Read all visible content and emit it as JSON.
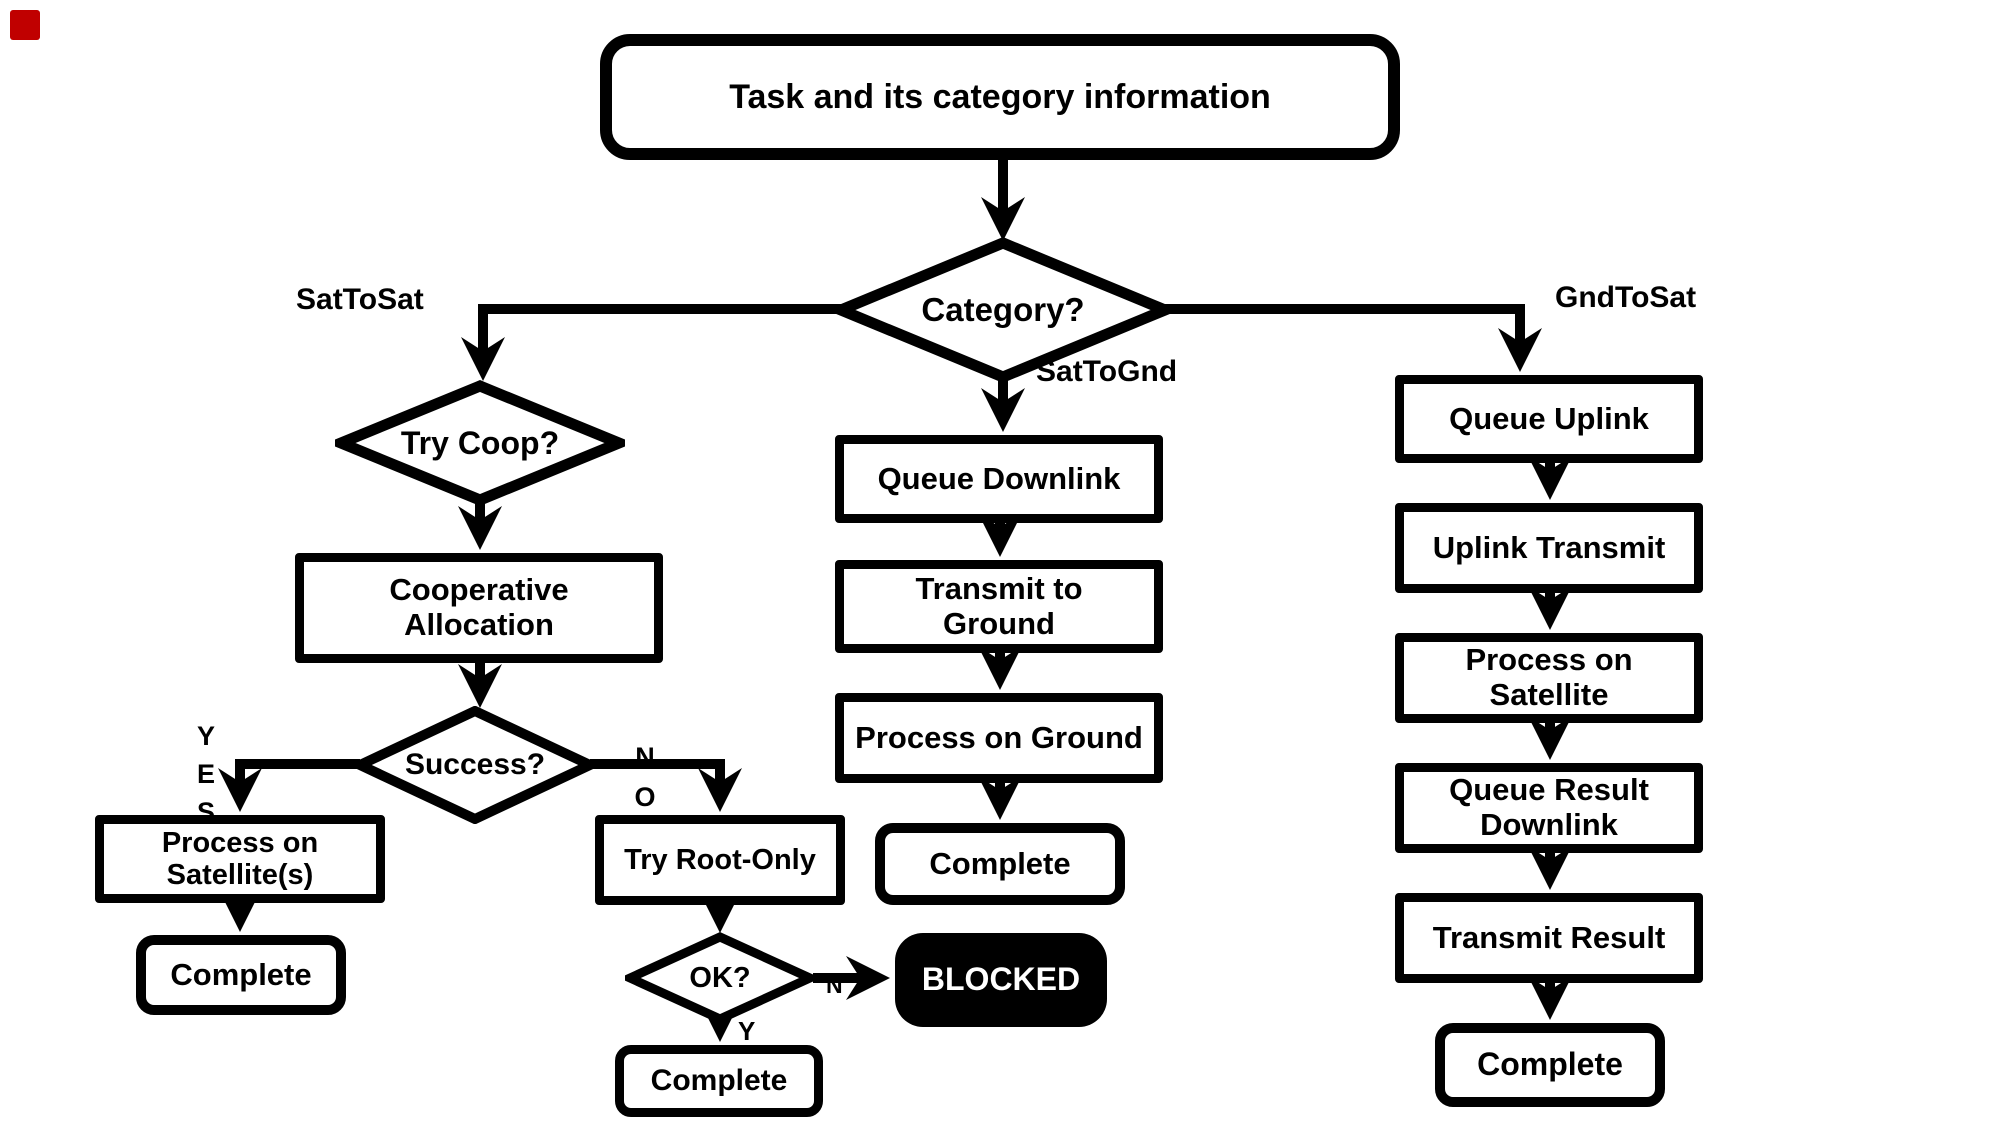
{
  "diagram": {
    "start": {
      "label": "Task and its category information"
    },
    "decisions": {
      "category": {
        "label": "Category?"
      },
      "try_coop": {
        "label": "Try Coop?"
      },
      "success": {
        "label": "Success?"
      },
      "ok": {
        "label": "OK?"
      }
    },
    "branches": {
      "sat_to_sat": "SatToSat",
      "sat_to_gnd": "SatToGnd",
      "gnd_to_sat": "GndToSat"
    },
    "edge_labels": {
      "yes": "YES",
      "no": "NO",
      "n": "N",
      "y": "Y"
    },
    "processes": {
      "coop_alloc": "Cooperative Allocation",
      "process_on_satellites": "Process on Satellite(s)",
      "try_root_only": "Try Root-Only",
      "queue_downlink": "Queue Downlink",
      "transmit_to_ground": "Transmit to Ground",
      "process_on_ground": "Process on Ground",
      "queue_uplink": "Queue Uplink",
      "uplink_transmit": "Uplink Transmit",
      "process_on_satellite": "Process on Satellite",
      "queue_result_downlink": "Queue Result Downlink",
      "transmit_result": "Transmit Result"
    },
    "terminals": {
      "complete_left": "Complete",
      "complete_root": "Complete",
      "complete_ground": "Complete",
      "complete_uplink": "Complete",
      "blocked": "BLOCKED"
    },
    "colors": {
      "ink": "#000000",
      "background": "#ffffff",
      "blocked_fill": "#000000",
      "blocked_text": "#ffffff",
      "corner_marker": "#c00000"
    }
  }
}
